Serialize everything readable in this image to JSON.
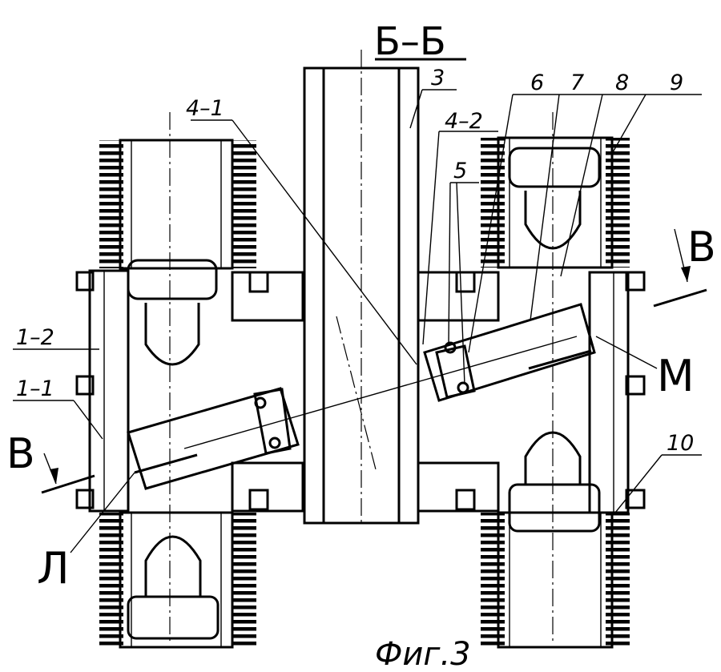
{
  "section_title": "Б–Б",
  "figure_caption": "Фиг.3",
  "section_marker": "В",
  "letter_l": "Л",
  "letter_m": "М",
  "labels": {
    "p1_1": "1–1",
    "p1_2": "1–2",
    "p3": "3",
    "p4_1": "4–1",
    "p4_2": "4–2",
    "p5": "5",
    "p6": "6",
    "p7": "7",
    "p8": "8",
    "p9": "9",
    "p10": "10"
  }
}
